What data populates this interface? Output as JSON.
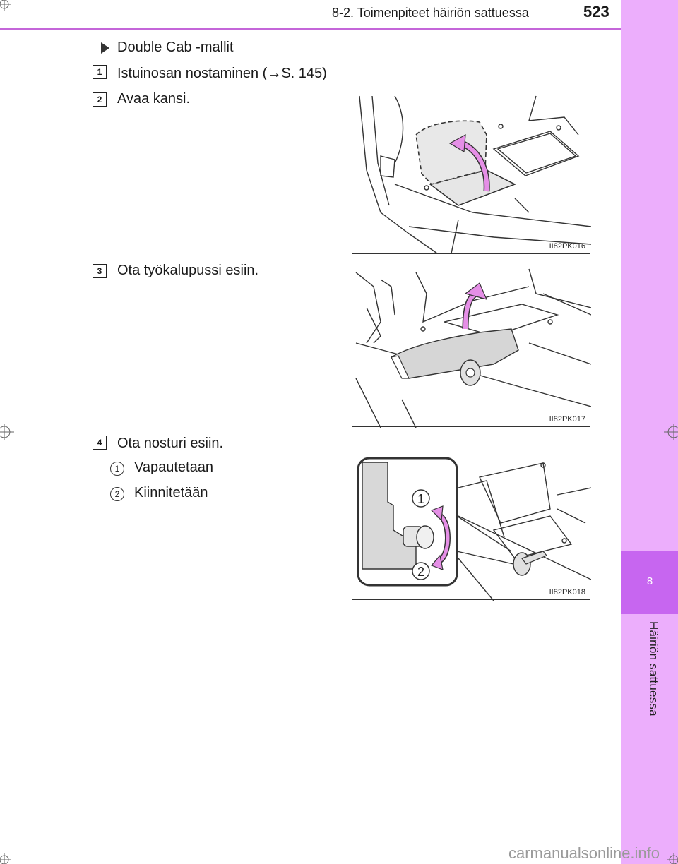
{
  "header": {
    "section_title": "8-2. Toimenpiteet häiriön sattuessa",
    "page_number": "523"
  },
  "side_tab": {
    "chapter_number": "8",
    "chapter_label": "Häiriön sattuessa"
  },
  "content": {
    "heading": "Double Cab -mallit",
    "steps": [
      {
        "number": "1",
        "text": "Istuinosan nostaminen (→S. 145)"
      },
      {
        "number": "2",
        "text": "Avaa kansi."
      },
      {
        "number": "3",
        "text": "Ota työkalupussi esiin."
      },
      {
        "number": "4",
        "text": "Ota nosturi esiin."
      }
    ],
    "substeps": [
      {
        "number": "1",
        "text": "Vapautetaan"
      },
      {
        "number": "2",
        "text": "Kiinnitetään"
      }
    ]
  },
  "figures": [
    {
      "code": "II82PK016"
    },
    {
      "code": "II82PK017"
    },
    {
      "code": "II82PK018",
      "callouts": [
        "1",
        "2"
      ]
    }
  ],
  "watermark": "carmanualsonline.info",
  "colors": {
    "accent": "#c466d9",
    "tab": "#ecaefc",
    "tab_active": "#c766f0",
    "arrow": "#e58fe6"
  }
}
